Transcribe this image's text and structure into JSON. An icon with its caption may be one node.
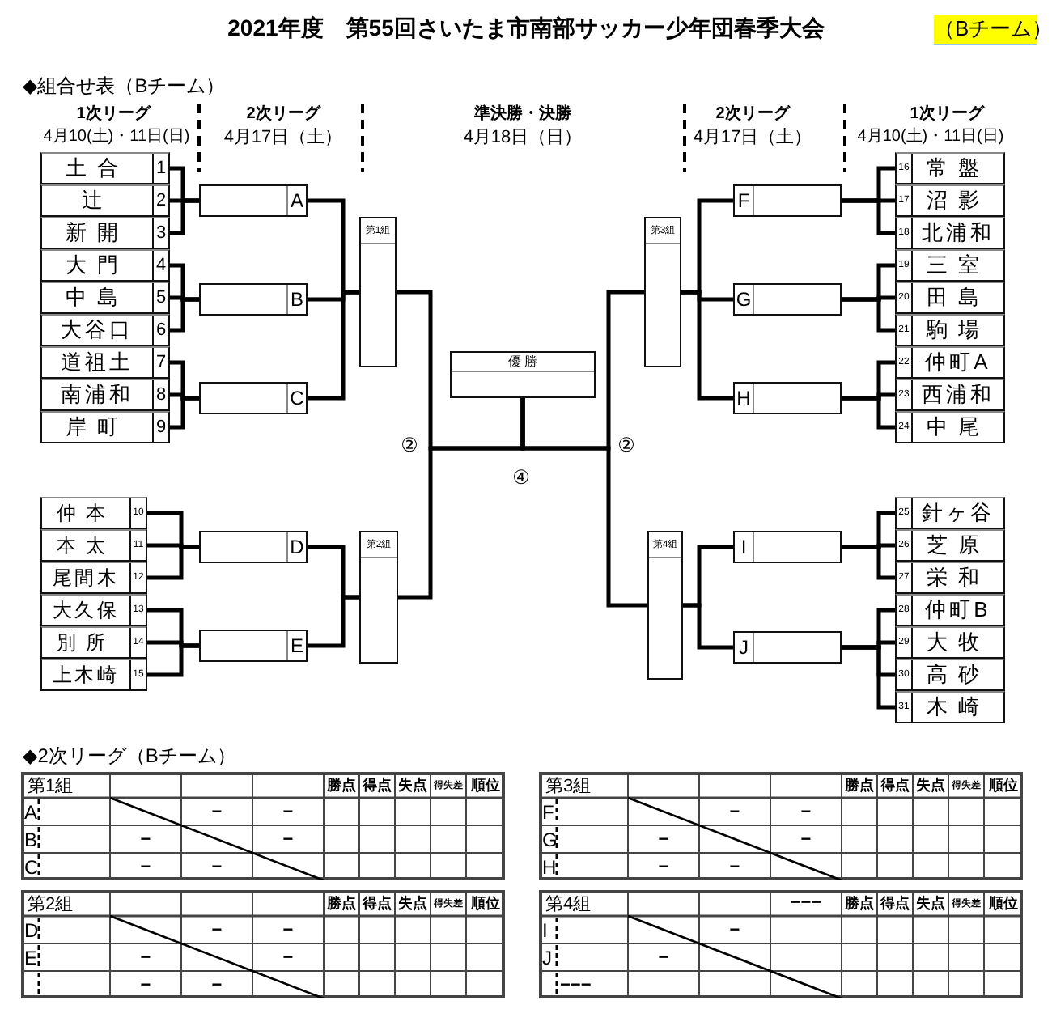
{
  "diagram": {
    "title": "2021年度　第55回さいたま市南部サッカー少年団春季大会",
    "nodes": [
      {
        "text": [
          "土合",
          "1"
        ]
      },
      {
        "text": [
          "辻",
          "2"
        ]
      },
      {
        "text": [
          "新開",
          "3"
        ]
      },
      {
        "text": [
          "大門",
          "4"
        ]
      },
      {
        "text": [
          "中島",
          "5"
        ]
      },
      {
        "text": [
          "大谷口",
          "6"
        ]
      },
      {
        "text": [
          "道祖土",
          "7"
        ]
      },
      {
        "text": [
          "南浦和",
          "8"
        ]
      },
      {
        "text": [
          "岸町",
          "9"
        ]
      },
      {
        "text": [
          "A"
        ]
      },
      {
        "text": [
          "B"
        ]
      },
      {
        "text": [
          "C"
        ]
      },
      {
        "text": [
          "第1組"
        ]
      },
      {
        "text": [
          "優 勝"
        ]
      },
      {
        "text": [
          "第3組"
        ]
      },
      {
        "text": [
          "F"
        ]
      },
      {
        "text": [
          "G"
        ]
      },
      {
        "text": [
          "H"
        ]
      },
      {
        "text": [
          "16",
          "常盤"
        ]
      },
      {
        "text": [
          "17",
          "沼影"
        ]
      },
      {
        "text": [
          "18",
          "北浦和"
        ]
      },
      {
        "text": [
          "19",
          "三室"
        ]
      },
      {
        "text": [
          "20",
          "田島"
        ]
      },
      {
        "text": [
          "21",
          "駒場"
        ]
      },
      {
        "text": [
          "22",
          "仲町A"
        ]
      },
      {
        "text": [
          "23",
          "西浦和"
        ]
      },
      {
        "text": [
          "24",
          "中尾"
        ]
      },
      {
        "text": [
          "仲本",
          "10"
        ]
      },
      {
        "text": [
          "本太",
          "11"
        ]
      },
      {
        "text": [
          "尾間木",
          "12"
        ]
      },
      {
        "text": [
          "大久保",
          "13"
        ]
      },
      {
        "text": [
          "別所",
          "14"
        ]
      },
      {
        "text": [
          "上木崎",
          "15"
        ]
      },
      {
        "text": [
          "D"
        ]
      },
      {
        "text": [
          "E"
        ]
      },
      {
        "text": [
          "第2組"
        ]
      },
      {
        "text": [
          "第4組"
        ]
      },
      {
        "text": [
          "I"
        ]
      },
      {
        "text": [
          "J"
        ]
      },
      {
        "text": [
          "25",
          "針ヶ谷"
        ]
      },
      {
        "text": [
          "26",
          "芝原"
        ]
      },
      {
        "text": [
          "27",
          "栄和"
        ]
      },
      {
        "text": [
          "28",
          "仲町B"
        ]
      },
      {
        "text": [
          "29",
          "大牧"
        ]
      },
      {
        "text": [
          "30",
          "高砂"
        ]
      },
      {
        "text": [
          "31",
          "木崎"
        ]
      }
    ],
    "edges": [
      {
        "from": 0,
        "to": 9,
        "arrow": "none"
      },
      {
        "from": 1,
        "to": 9,
        "arrow": "none"
      },
      {
        "from": 2,
        "to": 9,
        "arrow": "none"
      },
      {
        "from": 3,
        "to": 10,
        "arrow": "none"
      },
      {
        "from": 4,
        "to": 10,
        "arrow": "none"
      },
      {
        "from": 5,
        "to": 10,
        "arrow": "none"
      },
      {
        "from": 6,
        "to": 11,
        "arrow": "none"
      },
      {
        "from": 7,
        "to": 11,
        "arrow": "none"
      },
      {
        "from": 8,
        "to": 11,
        "arrow": "none"
      },
      {
        "from": 9,
        "to": 12,
        "arrow": "none"
      },
      {
        "from": 10,
        "to": 12,
        "arrow": "none"
      },
      {
        "from": 11,
        "to": 12,
        "arrow": "none"
      },
      {
        "from": 12,
        "to": 13,
        "arrow": "none"
      },
      {
        "from": 35,
        "to": 13,
        "arrow": "none"
      },
      {
        "from": 14,
        "to": 13,
        "arrow": "none"
      },
      {
        "from": 36,
        "to": 13,
        "arrow": "none"
      },
      {
        "from": 15,
        "to": 14,
        "arrow": "none"
      },
      {
        "from": 16,
        "to": 14,
        "arrow": "none"
      },
      {
        "from": 17,
        "to": 14,
        "arrow": "none"
      },
      {
        "from": 18,
        "to": 15,
        "arrow": "none"
      },
      {
        "from": 19,
        "to": 15,
        "arrow": "none"
      },
      {
        "from": 20,
        "to": 15,
        "arrow": "none"
      },
      {
        "from": 21,
        "to": 16,
        "arrow": "none"
      },
      {
        "from": 22,
        "to": 16,
        "arrow": "none"
      },
      {
        "from": 23,
        "to": 16,
        "arrow": "none"
      },
      {
        "from": 24,
        "to": 17,
        "arrow": "none"
      },
      {
        "from": 25,
        "to": 17,
        "arrow": "none"
      },
      {
        "from": 26,
        "to": 17,
        "arrow": "none"
      },
      {
        "from": 27,
        "to": 33,
        "arrow": "none"
      },
      {
        "from": 28,
        "to": 33,
        "arrow": "none"
      },
      {
        "from": 29,
        "to": 33,
        "arrow": "none"
      },
      {
        "from": 30,
        "to": 34,
        "arrow": "none"
      },
      {
        "from": 31,
        "to": 34,
        "arrow": "none"
      },
      {
        "from": 32,
        "to": 34,
        "arrow": "none"
      },
      {
        "from": 33,
        "to": 35,
        "arrow": "none"
      },
      {
        "from": 34,
        "to": 35,
        "arrow": "none"
      },
      {
        "from": 37,
        "to": 36,
        "arrow": "none"
      },
      {
        "from": 38,
        "to": 36,
        "arrow": "none"
      },
      {
        "from": 39,
        "to": 37,
        "arrow": "none"
      },
      {
        "from": 40,
        "to": 37,
        "arrow": "none"
      },
      {
        "from": 41,
        "to": 37,
        "arrow": "none"
      },
      {
        "from": 42,
        "to": 38,
        "arrow": "none"
      },
      {
        "from": 43,
        "to": 38,
        "arrow": "none"
      },
      {
        "from": 44,
        "to": 38,
        "arrow": "none"
      },
      {
        "from": 45,
        "to": 38,
        "arrow": "none"
      }
    ],
    "labels": [
      "（Bチーム）",
      "◆組合せ表（Bチーム）",
      "1次リーグ",
      "4月10(土)・11日(日)",
      "2次リーグ",
      "4月17日（土）",
      "準決勝・決勝",
      "4月18日（日）",
      "2次リーグ",
      "4月17日（土）",
      "1次リーグ",
      "4月10(土)・11日(日)",
      "②",
      "②",
      "④",
      "◆2次リーグ（Bチーム）",
      "第1組",
      "勝点",
      "得点",
      "失点",
      "得失差",
      "順位",
      "A",
      "−",
      "−",
      "B",
      "−",
      "−",
      "C",
      "−",
      "−",
      "第3組",
      "勝点",
      "得点",
      "失点",
      "得失差",
      "順位",
      "F",
      "−",
      "−",
      "G",
      "−",
      "−",
      "H",
      "−",
      "−",
      "第2組",
      "勝点",
      "得点",
      "失点",
      "得失差",
      "順位",
      "D",
      "−",
      "−",
      "E",
      "−",
      "−",
      "−",
      "−",
      "第4組",
      "−−−",
      "勝点",
      "得点",
      "失点",
      "得失差",
      "順位",
      "I",
      "−",
      "J",
      "−",
      "−−−"
    ]
  }
}
